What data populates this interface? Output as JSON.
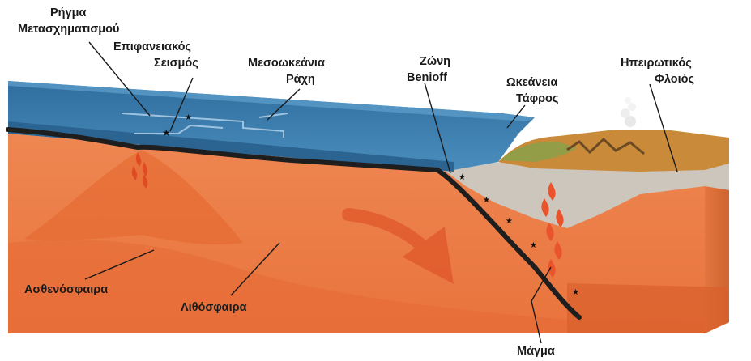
{
  "labels": {
    "transform_fault": [
      "Ρήγμα",
      "Μετασχηματισμού"
    ],
    "surface_earthquake": [
      "Επιφανειακός",
      "Σεισμός"
    ],
    "mid_ocean_ridge": [
      "Μεσοωκεάνια",
      "Ράχη"
    ],
    "benioff_zone": [
      "Ζώνη",
      "Benioff"
    ],
    "ocean_trench": [
      "Ωκεάνεια",
      "Τάφρος"
    ],
    "continental_crust": [
      "Ηπειρωτικός",
      "Φλοιός"
    ],
    "asthenosphere": "Ασθενόσφαιρα",
    "lithosphere": "Λιθόσφαιρα",
    "magma": "Μάγμα"
  },
  "colors": {
    "ocean": "#3e7fb0",
    "ocean_dark": "#2c6491",
    "lithosphere_line": "#1e1e1e",
    "mantle": "#ec7c47",
    "mantle_light": "#f29464",
    "crust_gray": "#cdc6bd",
    "land": "#c98a3a",
    "magma": "#e9542d"
  }
}
